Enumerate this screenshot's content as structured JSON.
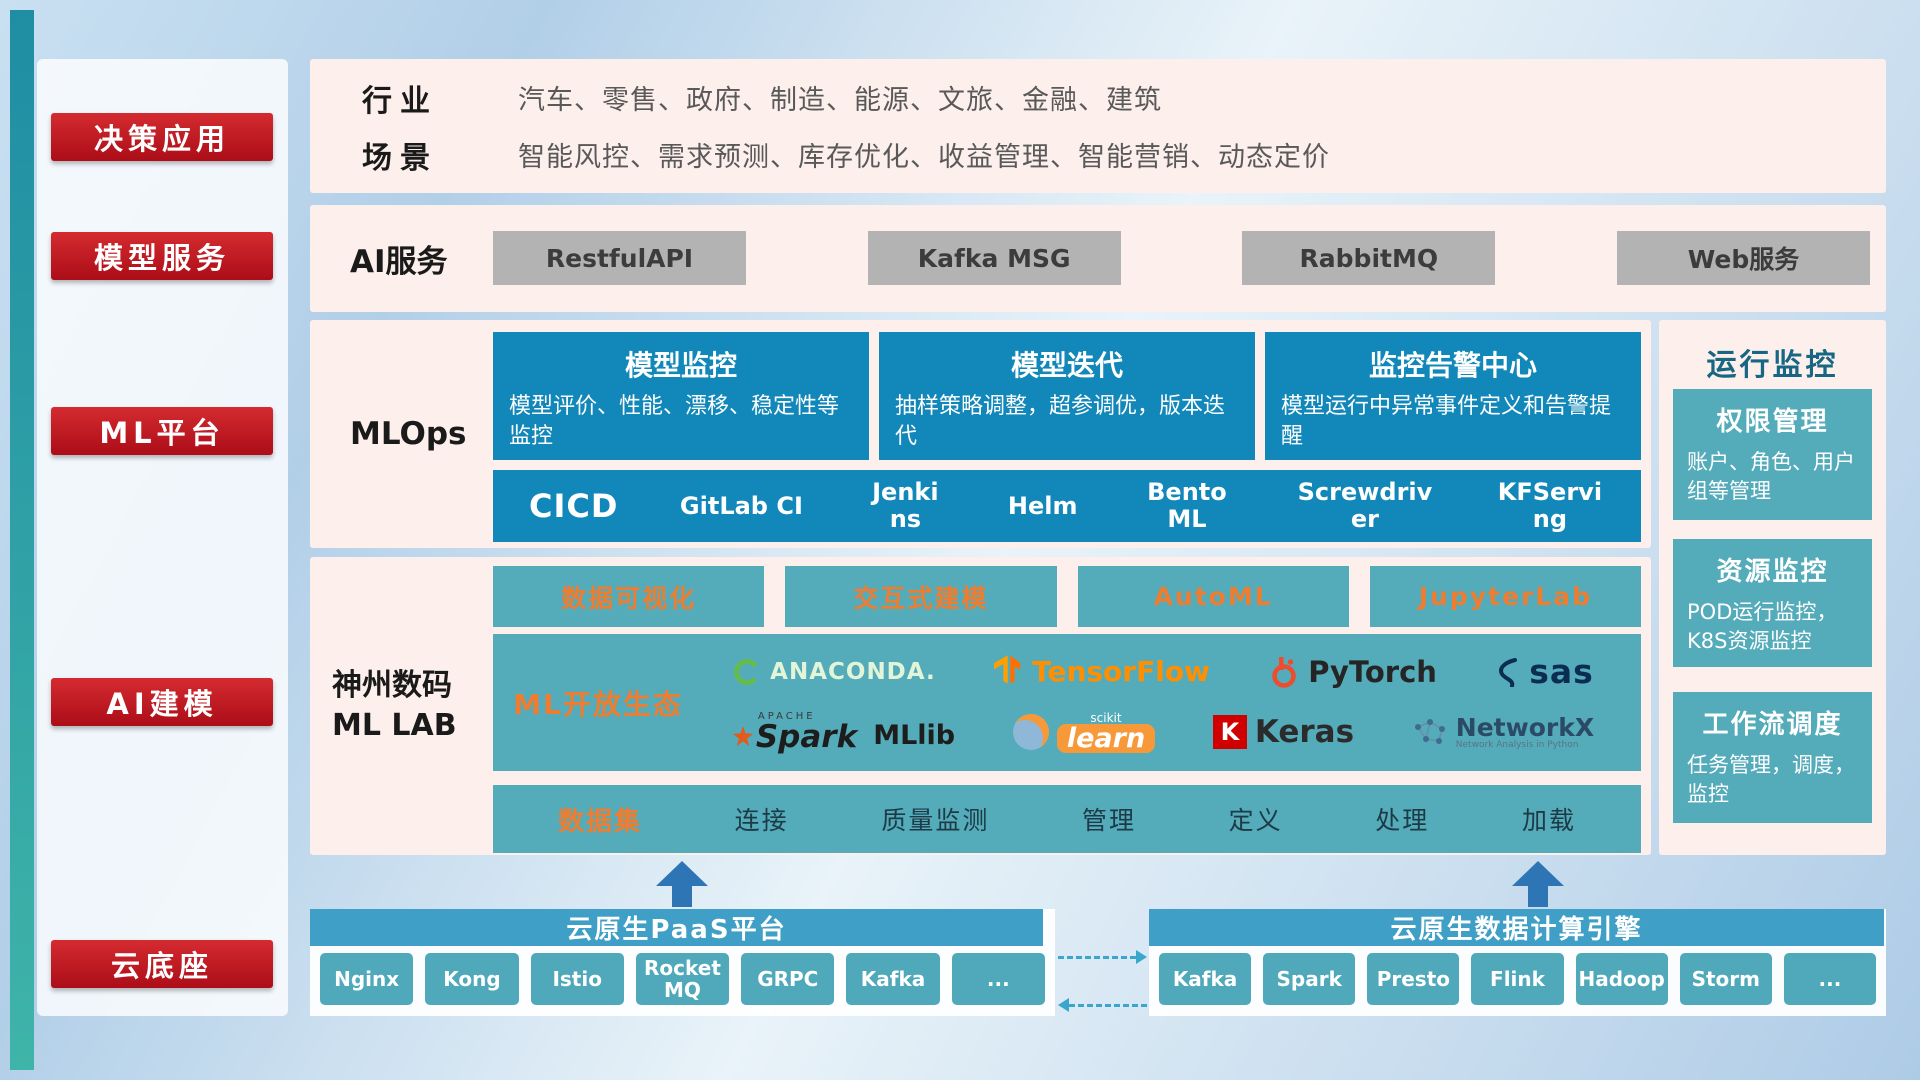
{
  "sidebar": {
    "items": [
      "决策应用",
      "模型服务",
      "ML平台",
      "AI建模",
      "云底座"
    ]
  },
  "industry": {
    "label1": "行业",
    "text1": "汽车、零售、政府、制造、能源、文旅、金融、建筑",
    "label2": "场景",
    "text2": "智能风控、需求预测、库存优化、收益管理、智能营销、动态定价"
  },
  "ai_service": {
    "label": "AI服务",
    "items": [
      "RestfulAPI",
      "Kafka MSG",
      "RabbitMQ",
      "Web服务"
    ]
  },
  "mlops": {
    "label": "MLOps",
    "cards": [
      {
        "title": "模型监控",
        "desc": "模型评价、性能、漂移、稳定性等监控"
      },
      {
        "title": "模型迭代",
        "desc": "抽样策略调整，超参调优，版本迭代"
      },
      {
        "title": "监控告警中心",
        "desc": "模型运行中异常事件定义和告警提醒"
      }
    ],
    "cicd_label": "CICD",
    "cicd_tools": [
      "GitLab CI",
      "Jenkins",
      "Helm",
      "BentoML",
      "Screwdriver",
      "KFServing"
    ]
  },
  "mllab": {
    "label1": "神州数码",
    "label2": "ML LAB",
    "tools": [
      "数据可视化",
      "交互式建模",
      "AutoML",
      "JupyterLab"
    ],
    "eco": {
      "label": "ML开放生态",
      "anaconda": "ANACONDA.",
      "tensorflow": "TensorFlow",
      "pytorch": "PyTorch",
      "sas": "sas",
      "apache": "APACHE",
      "spark": "Spark",
      "mllib": "MLlib",
      "scikit_small": "scikit",
      "scikit_big": "learn",
      "keras_letter": "K",
      "keras": "Keras",
      "networkx": "NetworkX",
      "networkx_sub": "Network Analysis in Python"
    },
    "dataset_label": "数据集",
    "dataset_items": [
      "连接",
      "质量监测",
      "管理",
      "定义",
      "处理",
      "加载"
    ]
  },
  "monitor": {
    "title": "运行监控",
    "cards": [
      {
        "title": "权限管理",
        "desc": "账户、角色、用户组等管理"
      },
      {
        "title": "资源监控",
        "desc": "POD运行监控，K8S资源监控"
      },
      {
        "title": "工作流调度",
        "desc": "任务管理，调度，监控"
      }
    ]
  },
  "cloud": {
    "paas_title": "云原生PaaS平台",
    "paas_items": [
      "Nginx",
      "Kong",
      "Istio",
      "RocketMQ",
      "GRPC",
      "Kafka",
      "..."
    ],
    "engine_title": "云原生数据计算引擎",
    "engine_items": [
      "Kafka",
      "Spark",
      "Presto",
      "Flink",
      "Hadoop",
      "Storm",
      "..."
    ]
  },
  "colors": {
    "red_button": "#c01920",
    "pink_panel": "#fdf0ec",
    "deep_blue": "#1287b9",
    "teal": "#54abba",
    "orange_accent": "#ed7d31",
    "cloud_header_blue": "#3f9fc6",
    "cloud_button_teal": "#4fa9ba",
    "arrow_blue": "#2e75b6"
  }
}
